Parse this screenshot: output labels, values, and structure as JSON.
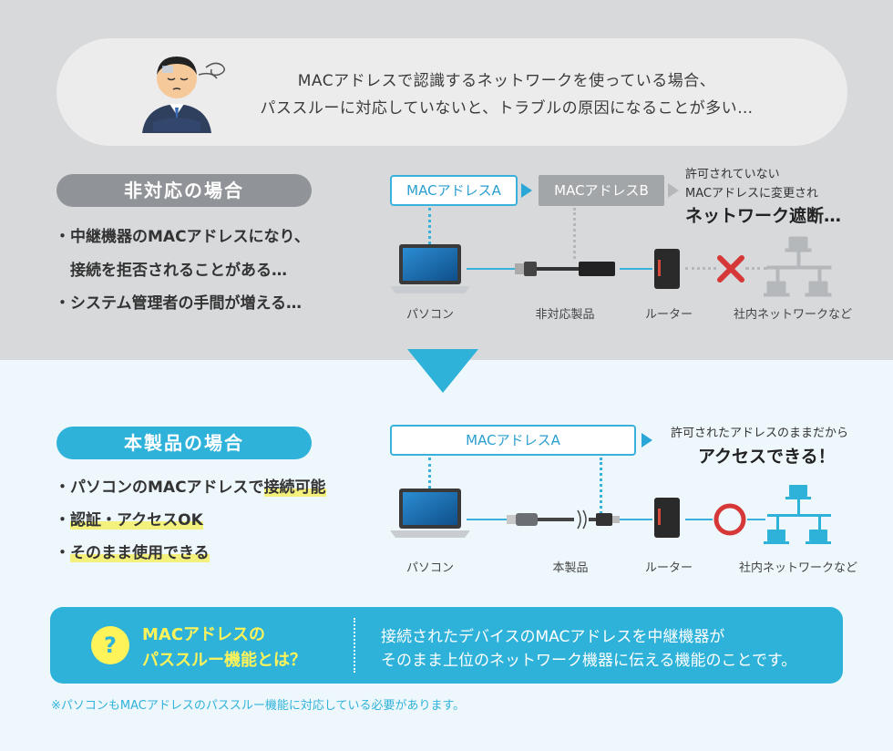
{
  "speech": {
    "line1": "MACアドレスで認識するネットワークを使っている場合、",
    "line2": "パススルーに対応していないと、トラブルの原因になることが多い…"
  },
  "unsupported": {
    "title": "非対応の場合",
    "bullets": [
      "・中継機器のMACアドレスになり、",
      "　接続を拒否されることがある…",
      "・システム管理者の手間が増える…"
    ],
    "mac_a": "MACアドレスA",
    "mac_b": "MACアドレスB",
    "note_small1": "許可されていない",
    "note_small2": "MACアドレスに変更され",
    "note_big": "ネットワーク遮断…",
    "labels": {
      "pc": "パソコン",
      "product": "非対応製品",
      "router": "ルーター",
      "network": "社内ネットワークなど"
    }
  },
  "supported": {
    "title": "本製品の場合",
    "bullet1_plain": "・パソコンのMACアドレスで",
    "bullet1_hl": "接続可能",
    "bullet2_dot": "・",
    "bullet2_hl": "認証・アクセスOK",
    "bullet3_dot": "・",
    "bullet3_hl": "そのまま使用できる",
    "mac_a": "MACアドレスA",
    "note_small": "許可されたアドレスのままだから",
    "note_big": "アクセスできる！",
    "labels": {
      "pc": "パソコン",
      "product": "本製品",
      "router": "ルーター",
      "network": "社内ネットワークなど"
    }
  },
  "info": {
    "question_mark": "?",
    "left_line1": "MACアドレスの",
    "left_line2": "パススルー機能とは？",
    "right_line1": "接続されたデバイスのMACアドレスを中継機器が",
    "right_line2": "そのまま上位のネットワーク機器に伝える機能のことです。"
  },
  "footnote": "※パソコンもMACアドレスのパススルー機能に対応している必要があります。",
  "colors": {
    "accent": "#2fb2da",
    "grey_pill": "#909498",
    "highlight": "#f4f07c",
    "cross": "#d63838",
    "ok_circle": "#d63838"
  }
}
